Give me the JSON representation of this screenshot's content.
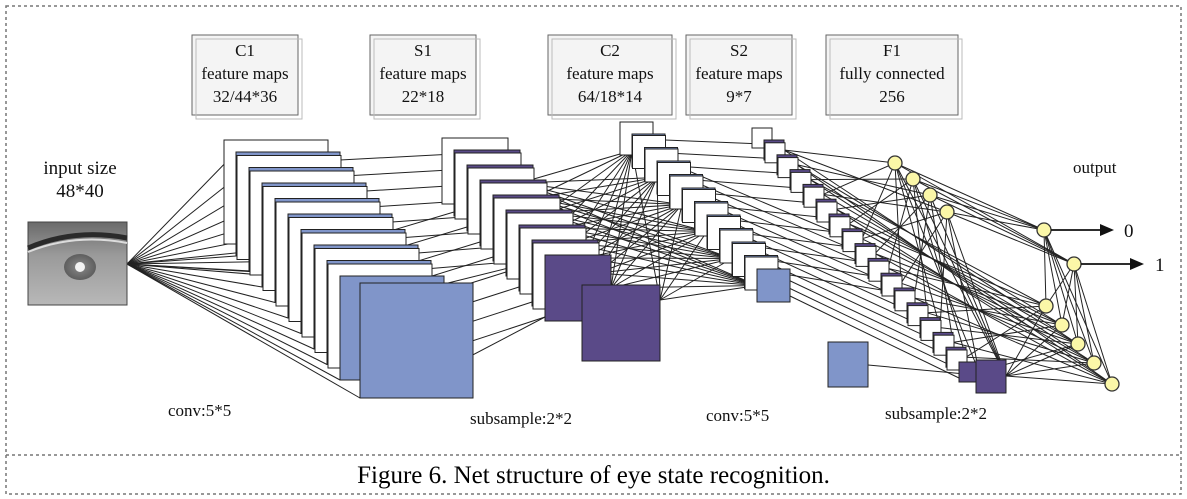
{
  "figure": {
    "caption": "Figure 6. Net structure of eye state recognition."
  },
  "input": {
    "label_line1": "input size",
    "label_line2": "48*40"
  },
  "layers": {
    "c1": {
      "line1": "C1",
      "line2": "feature maps",
      "line3": "32/44*36"
    },
    "s1": {
      "line1": "S1",
      "line2": "feature maps",
      "line3": "22*18"
    },
    "c2": {
      "line1": "C2",
      "line2": "feature maps",
      "line3": "64/18*14"
    },
    "s2": {
      "line1": "S2",
      "line2": "feature maps",
      "line3": "9*7"
    },
    "f1": {
      "line1": "F1",
      "line2": "fully connected",
      "line3": "256"
    }
  },
  "operations": {
    "conv1": "conv:5*5",
    "subsample1": "subsample:2*2",
    "conv2": "conv:5*5",
    "subsample2": "subsample:2*2"
  },
  "output": {
    "label": "output",
    "class0": "0",
    "class1": "1"
  },
  "colors": {
    "light_map": "#8095c9",
    "dark_map": "#5a4a88",
    "node_fill": "#fbf7a8",
    "box_fill": "#f4f4f4",
    "line": "#222222"
  }
}
